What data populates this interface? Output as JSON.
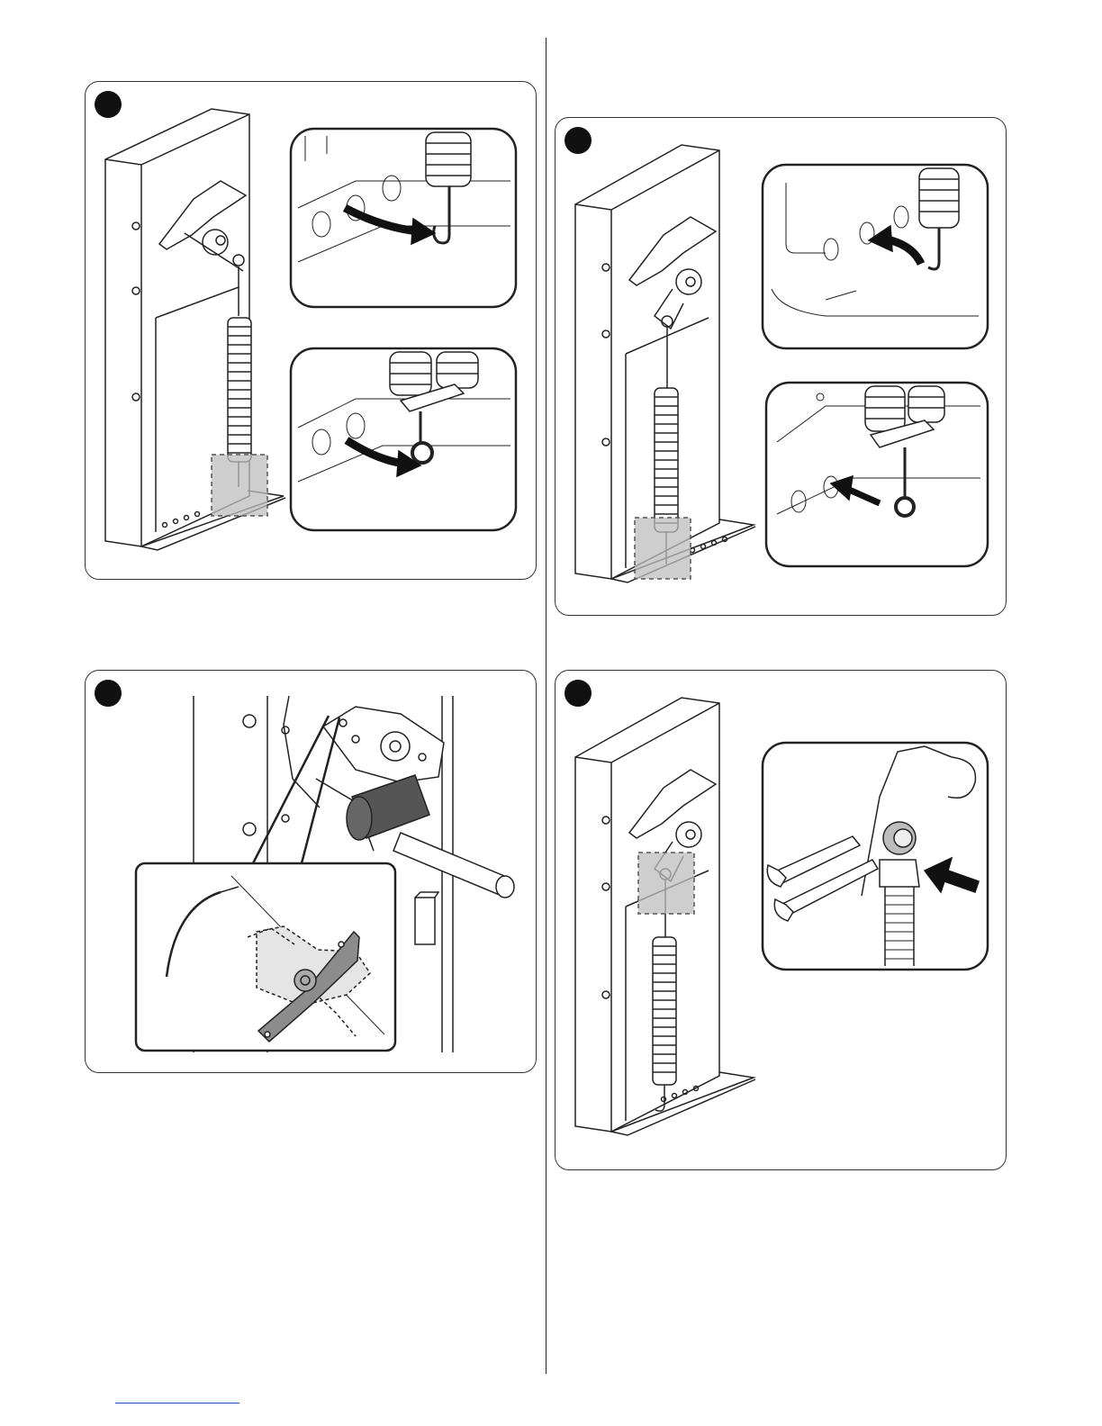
{
  "colors": {
    "line": "#222222",
    "highlight": "#bdbdbd",
    "arrow": "#111111",
    "bracket": "#8c8c8c",
    "link": "#2b47b8"
  },
  "panels": [
    {
      "id": "step-1",
      "step_marker": "filled-circle"
    },
    {
      "id": "step-2",
      "step_marker": "filled-circle"
    },
    {
      "id": "step-3",
      "step_marker": "filled-circle"
    },
    {
      "id": "step-4",
      "step_marker": "filled-circle"
    }
  ],
  "icons": [
    "spring-icon",
    "hook-icon",
    "eyebolt-icon",
    "arrow-icon",
    "mallet-icon",
    "wrench-icon",
    "bracket-icon"
  ]
}
